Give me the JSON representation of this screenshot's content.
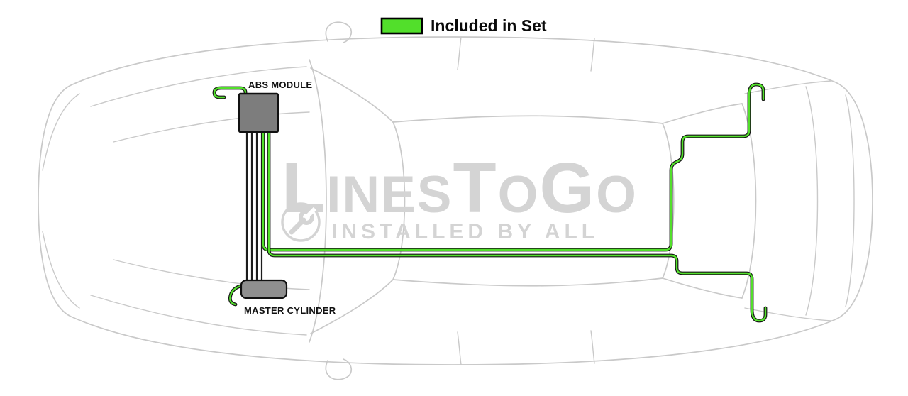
{
  "legend": {
    "label": "Included in Set"
  },
  "labels": {
    "abs_module": "ABS MODULE",
    "master_cylinder": "MASTER CYLINDER"
  },
  "watermark": {
    "parts": [
      "L",
      "INES",
      "T",
      "O",
      "G",
      "O"
    ],
    "subtitle": "INSTALLED BY ALL"
  },
  "colors": {
    "included_line": "#52df2b",
    "line_outline": "#141414",
    "excluded_line": "#1c1c1c",
    "car_outline": "#c9c9c9",
    "module_fill": "#7d7d7d",
    "cylinder_fill": "#8f8f8f",
    "watermark_color": "#d4d4d4"
  }
}
